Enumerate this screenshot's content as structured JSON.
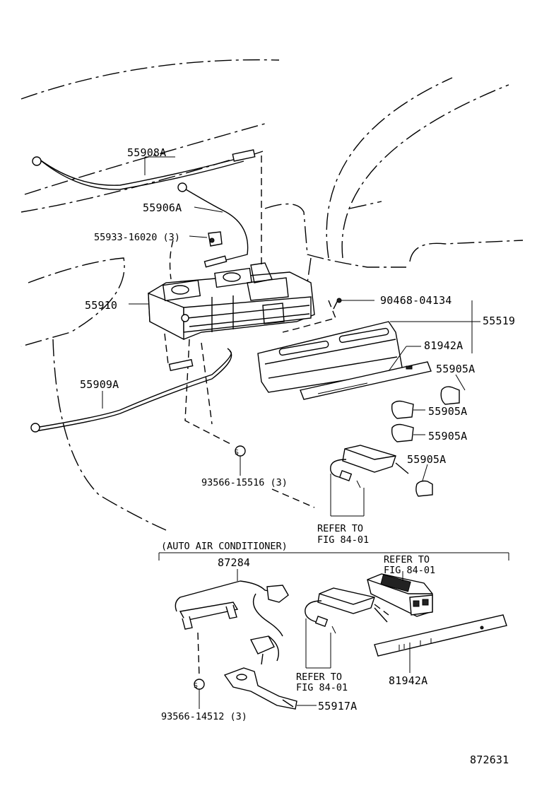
{
  "labels": {
    "p55908A": "55908A",
    "p55906A": "55906A",
    "p55933": "55933-16020 (3)",
    "p55910": "55910",
    "p90468": "90468-04134",
    "p55519": "55519",
    "p81942A_top": "81942A",
    "p55905A_1": "55905A",
    "p55905A_2": "55905A",
    "p55905A_3": "55905A",
    "p55905A_4": "55905A",
    "p55909A": "55909A",
    "p93566_15516": "93566-15516 (3)",
    "refer_top_1": "REFER TO",
    "refer_top_2": "FIG 84-01",
    "section_title": "(AUTO AIR CONDITIONER)",
    "p87284": "87284",
    "refer_mid_1": "REFER TO",
    "refer_mid_2": "FIG 84-01",
    "refer_bot_1": "REFER TO",
    "refer_bot_2": "FIG 84-01",
    "p81942A_bot": "81942A",
    "p55917A": "55917A",
    "p93566_14512": "93566-14512 (3)",
    "figure_id": "872631",
    "screw_symbol": "S"
  }
}
